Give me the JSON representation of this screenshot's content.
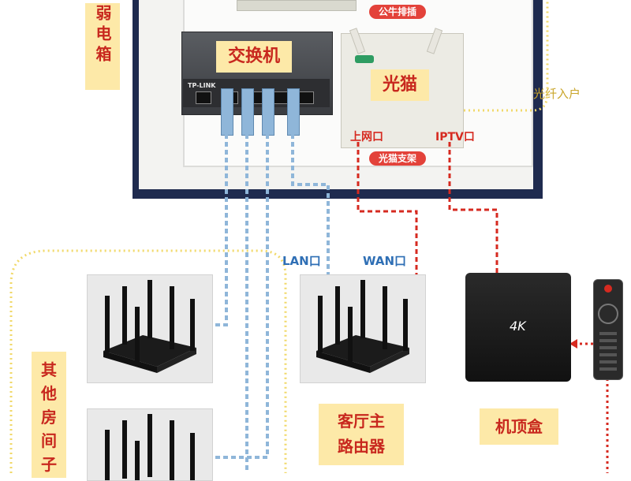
{
  "panel": {
    "cabinet_label": "弱电箱",
    "switch_label": "交换机",
    "modem_label": "光猫",
    "power_strip_label": "公牛排插",
    "modem_bracket_label": "光猫支架",
    "uplink_port_label": "上网口",
    "iptv_port_label": "IPTV口",
    "switch_brand": "TP-LINK"
  },
  "fiber_label": "光纤入户",
  "router_ports": {
    "lan_label": "LAN口",
    "wan_label": "WAN口"
  },
  "main_router_label": "客厅主路由器",
  "main_router_lines": [
    "客厅主",
    "路由器"
  ],
  "settop_label": "机顶盒",
  "settop_badge": "4K",
  "other_rooms_label": "其他房间子",
  "other_rooms_chars": [
    "其",
    "他",
    "房",
    "间",
    "子"
  ],
  "colors": {
    "label_bg": "#fde9a8",
    "label_text": "#c8281e",
    "pill_red": "#e3423a",
    "ethernet_blue": "#8fb6d9",
    "iptv_red": "#d62a20",
    "fiber_yellow": "#f1d96a",
    "cabinet_navy": "#1f2b4f"
  }
}
